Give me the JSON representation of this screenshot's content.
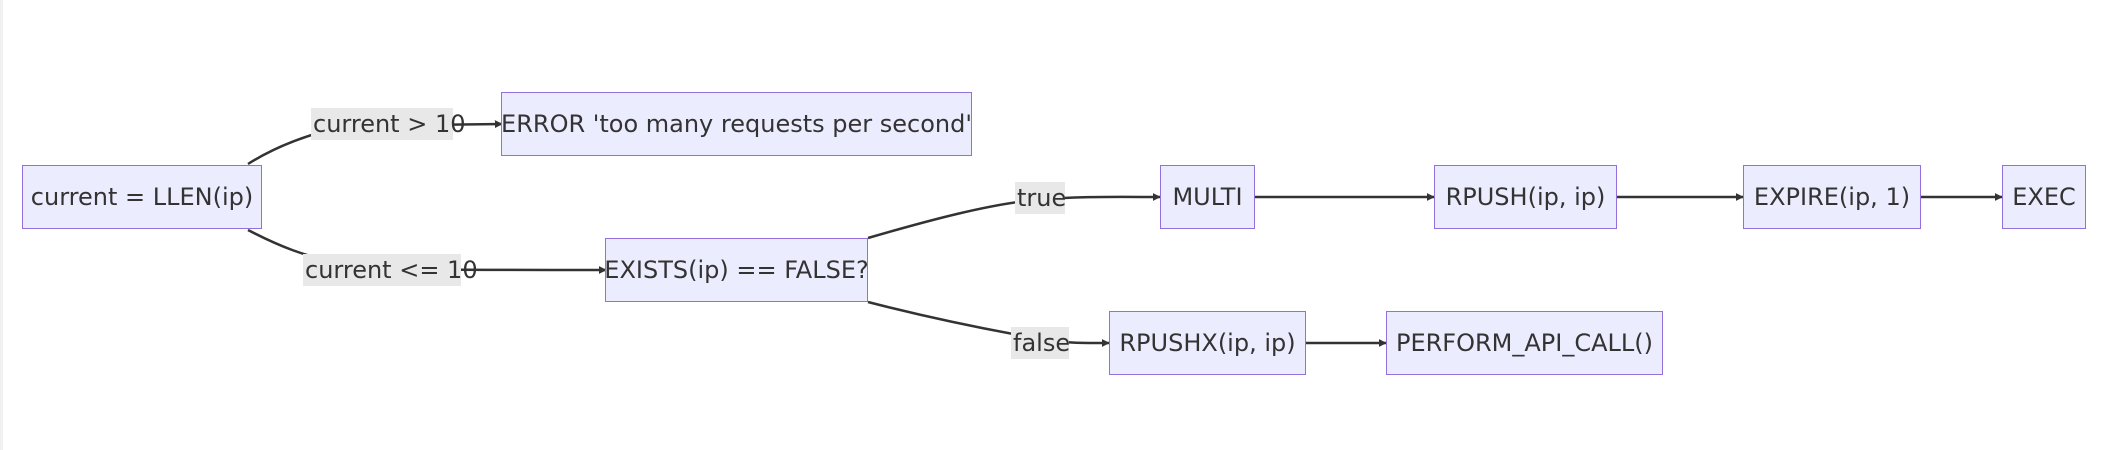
{
  "nodes": {
    "current": "current = LLEN(ip)",
    "error": "ERROR 'too many requests per second'",
    "exists": "EXISTS(ip) == FALSE?",
    "multi": "MULTI",
    "rpush": "RPUSH(ip, ip)",
    "expire": "EXPIRE(ip, 1)",
    "exec": "EXEC",
    "rpushx": "RPUSHX(ip, ip)",
    "perform": "PERFORM_API_CALL()"
  },
  "edges": {
    "gt": "current > 10",
    "le": "current <= 10",
    "true": "true",
    "false": "false"
  },
  "colors": {
    "node_fill": "#ececff",
    "node_border": "#9370db",
    "edge": "#333333",
    "label_bg": "#e8e8e8"
  }
}
